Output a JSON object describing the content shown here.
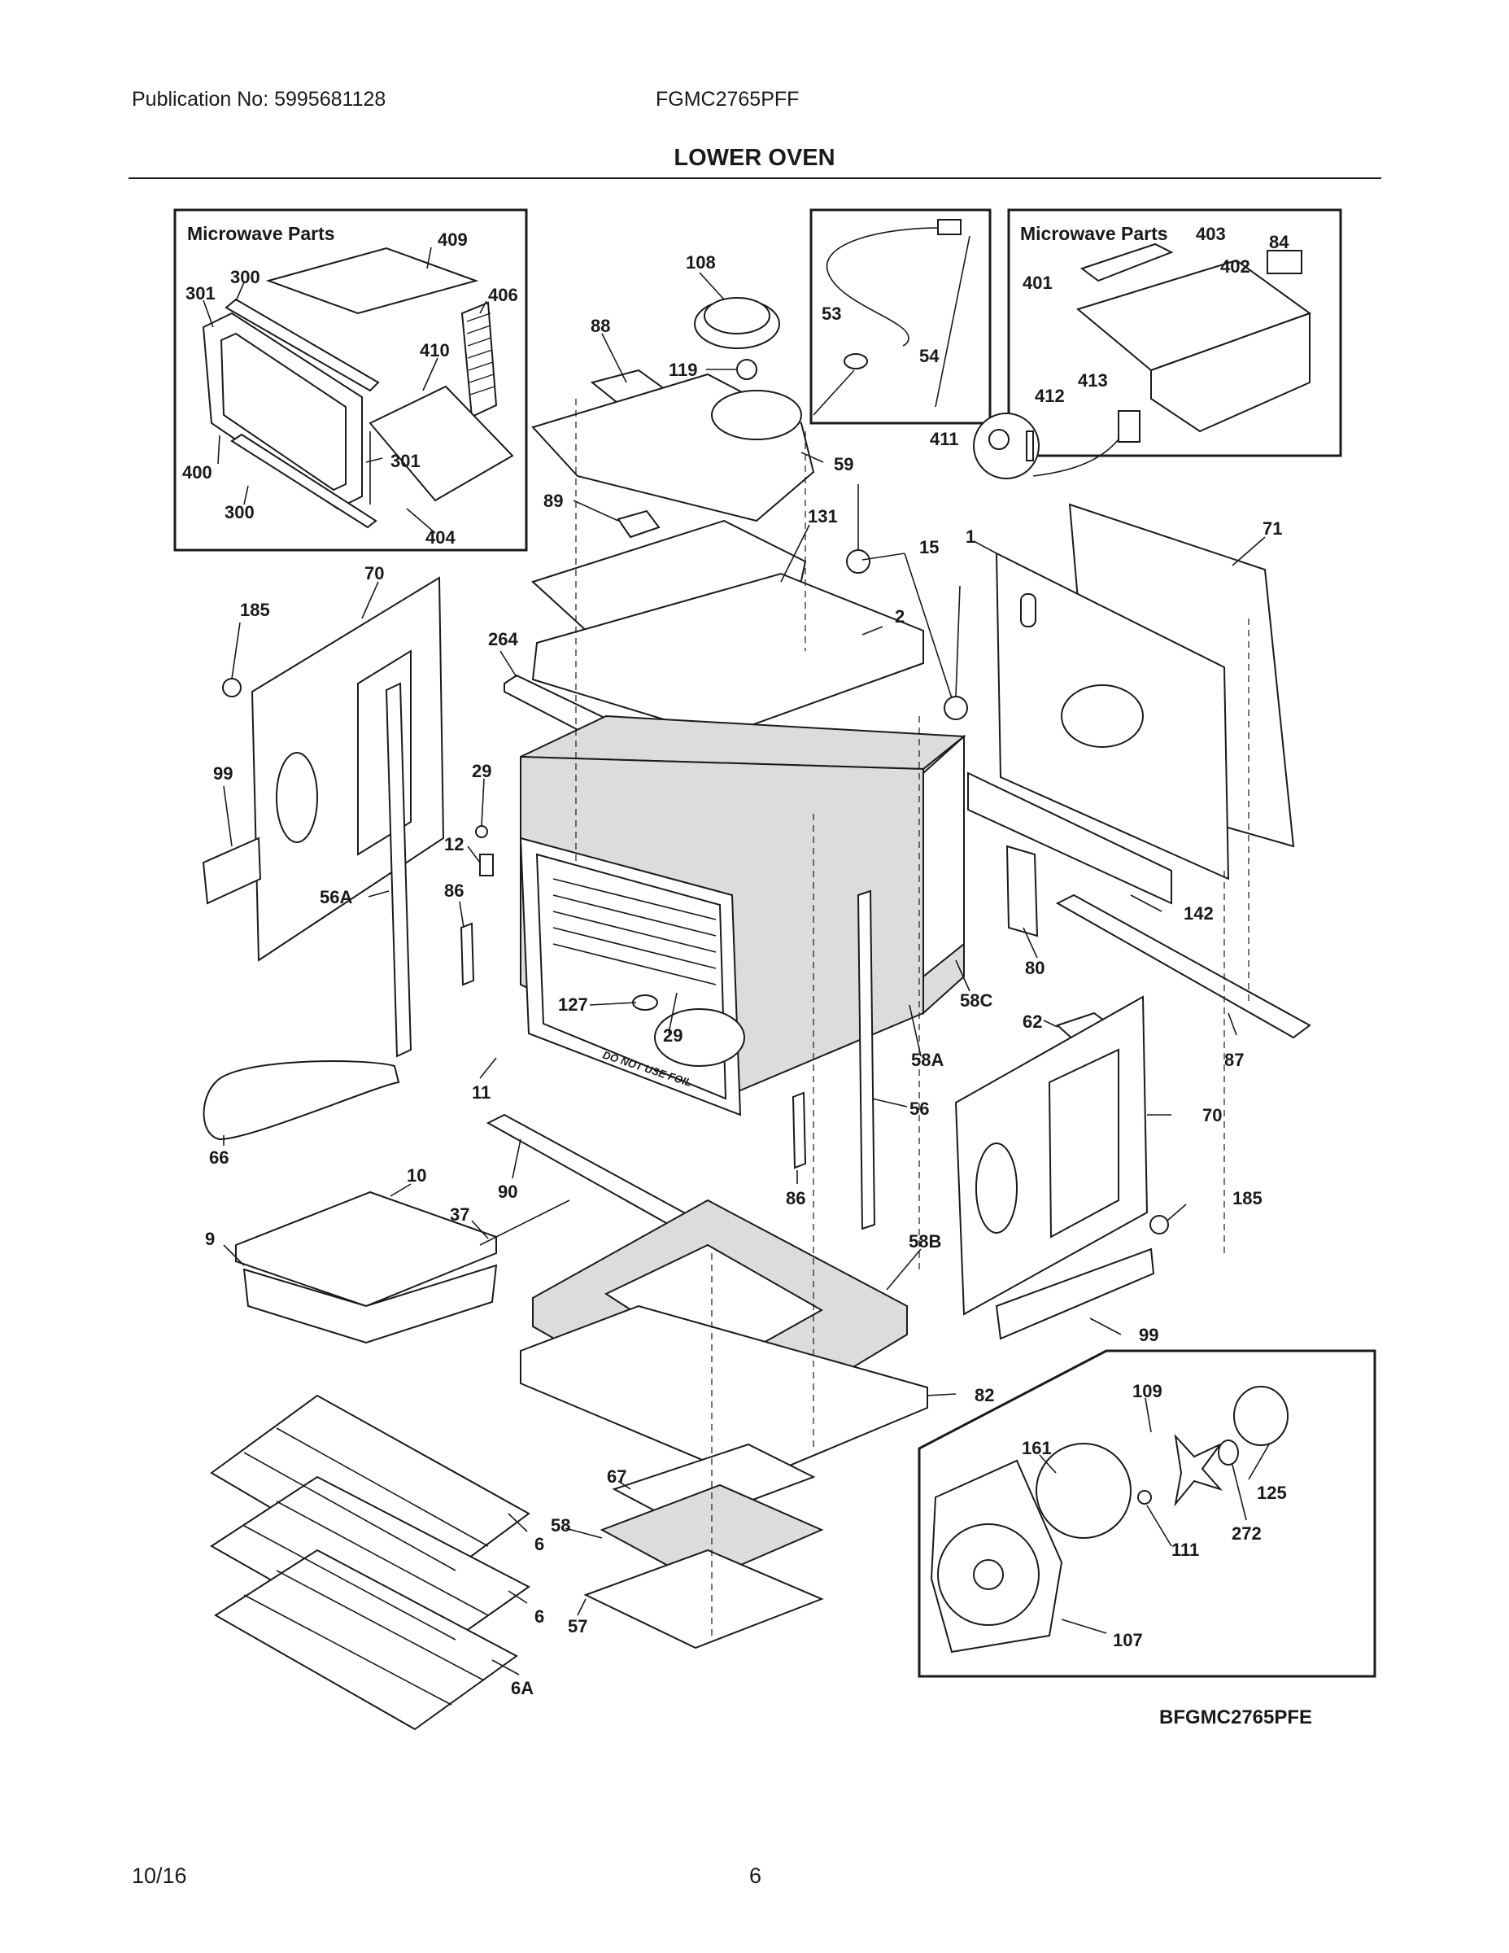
{
  "header": {
    "publication": "Publication No: 5995681128",
    "model": "FGMC2765PFF",
    "title": "LOWER OVEN"
  },
  "boxes": {
    "microwave_left": "Microwave Parts",
    "microwave_right": "Microwave Parts"
  },
  "oven_text": "DO NOT USE FOIL",
  "labels": {
    "l409": "409",
    "l300a": "300",
    "l301a": "301",
    "l406": "406",
    "l410": "410",
    "l301b": "301",
    "l400": "400",
    "l300b": "300",
    "l404": "404",
    "l108": "108",
    "l88": "88",
    "l119": "119",
    "l59": "59",
    "l89": "89",
    "l131": "131",
    "l53": "53",
    "l54": "54",
    "l403": "403",
    "l84": "84",
    "l402": "402",
    "l401": "401",
    "l412": "412",
    "l413": "413",
    "l411": "411",
    "l15": "15",
    "l1": "1",
    "l71": "71",
    "l2": "2",
    "l70a": "70",
    "l185a": "185",
    "l264": "264",
    "l99a": "99",
    "l29a": "29",
    "l12": "12",
    "l56A": "56A",
    "l86a": "86",
    "l142": "142",
    "l80": "80",
    "l58C": "58C",
    "l62": "62",
    "l87": "87",
    "l127": "127",
    "l29b": "29",
    "l58A": "58A",
    "l11": "11",
    "l56": "56",
    "l70b": "70",
    "l185b": "185",
    "l99b": "99",
    "l66": "66",
    "l10": "10",
    "l9": "9",
    "l37": "37",
    "l90": "90",
    "l86b": "86",
    "l58B": "58B",
    "l82": "82",
    "l67": "67",
    "l58": "58",
    "l57": "57",
    "l6a": "6",
    "l6b": "6",
    "l6A": "6A",
    "l109": "109",
    "l161": "161",
    "l125": "125",
    "l272": "272",
    "l111": "111",
    "l107": "107"
  },
  "footer": {
    "code": "BFGMC2765PFE",
    "date": "10/16",
    "page": "6"
  }
}
